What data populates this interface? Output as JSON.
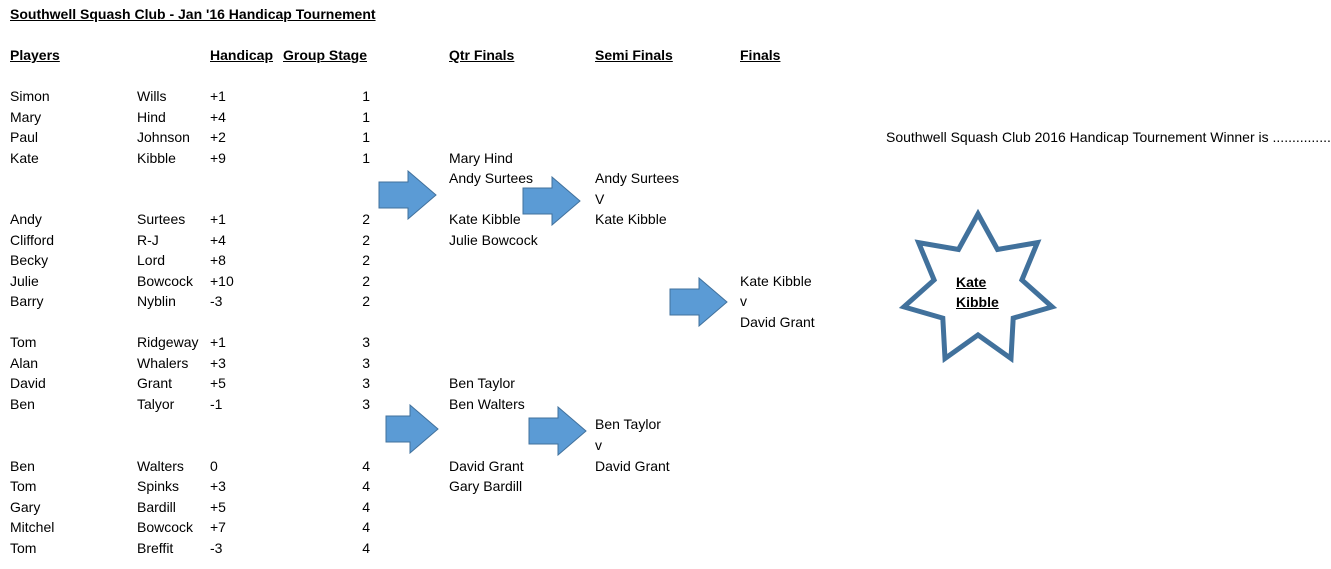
{
  "title": "Southwell Squash Club - Jan '16 Handicap Tournement",
  "headers": {
    "players": "Players",
    "handicap": "Handicap",
    "group_stage": "Group Stage",
    "qtr_finals": "Qtr Finals",
    "semi_finals": "Semi Finals",
    "finals": "Finals"
  },
  "players": [
    {
      "first": "Simon",
      "last": "Wills",
      "handicap": "+1",
      "group": "1"
    },
    {
      "first": "Mary",
      "last": "Hind",
      "handicap": "+4",
      "group": "1"
    },
    {
      "first": "Paul",
      "last": "Johnson",
      "handicap": "+2",
      "group": "1"
    },
    {
      "first": "Kate",
      "last": "Kibble",
      "handicap": "+9",
      "group": "1"
    },
    {
      "first": "Andy",
      "last": "Surtees",
      "handicap": "+1",
      "group": "2"
    },
    {
      "first": "Clifford",
      "last": "R-J",
      "handicap": "+4",
      "group": "2"
    },
    {
      "first": "Becky",
      "last": "Lord",
      "handicap": "+8",
      "group": "2"
    },
    {
      "first": "Julie",
      "last": "Bowcock",
      "handicap": "+10",
      "group": "2"
    },
    {
      "first": "Barry",
      "last": "Nyblin",
      "handicap": "-3",
      "group": "2"
    },
    {
      "first": "Tom",
      "last": "Ridgeway",
      "handicap": "+1",
      "group": "3"
    },
    {
      "first": "Alan",
      "last": "Whalers",
      "handicap": "+3",
      "group": "3"
    },
    {
      "first": "David",
      "last": "Grant",
      "handicap": "+5",
      "group": "3"
    },
    {
      "first": "Ben",
      "last": "Talyor",
      "handicap": "-1",
      "group": "3"
    },
    {
      "first": "Ben",
      "last": "Walters",
      "handicap": "0",
      "group": "4"
    },
    {
      "first": "Tom",
      "last": "Spinks",
      "handicap": "+3",
      "group": "4"
    },
    {
      "first": "Gary",
      "last": "Bardill",
      "handicap": "+5",
      "group": "4"
    },
    {
      "first": "Mitchel",
      "last": "Bowcock",
      "handicap": "+7",
      "group": "4"
    },
    {
      "first": "Tom",
      "last": "Breffit",
      "handicap": "-3",
      "group": "4"
    }
  ],
  "qtr_finals": {
    "top": [
      "Mary Hind",
      "Andy Surtees",
      "Kate Kibble",
      "Julie Bowcock"
    ],
    "bottom": [
      "Ben Taylor",
      "Ben Walters",
      "David Grant",
      "Gary Bardill"
    ]
  },
  "semi_finals": {
    "top": [
      "Andy Surtees",
      "V",
      "Kate Kibble"
    ],
    "bottom": [
      "Ben Taylor",
      "v",
      "David Grant"
    ]
  },
  "finals": [
    "Kate Kibble",
    "v",
    "David Grant"
  ],
  "winner_caption": "Southwell Squash Club 2016 Handicap Tournement Winner is ...............",
  "winner_name_line1": "Kate",
  "winner_name_line2": "Kibble",
  "colors": {
    "arrow_fill": "#5b9bd5",
    "arrow_stroke": "#41719c",
    "star_stroke": "#41719c"
  }
}
